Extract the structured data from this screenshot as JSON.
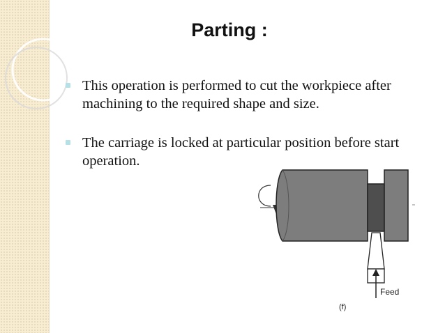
{
  "slide": {
    "title": "Parting :",
    "bullets": [
      "This operation is performed to cut the workpiece after machining to the required shape and size.",
      "The carriage is locked at particular position before start operation."
    ]
  },
  "figure": {
    "feed_label": "Feed",
    "caption": "(f)"
  },
  "colors": {
    "sidebar_bg": "#f7ecd4",
    "bullet_marker": "#b5e0e6",
    "workpiece": "#7a7a7a",
    "groove": "#505050"
  }
}
